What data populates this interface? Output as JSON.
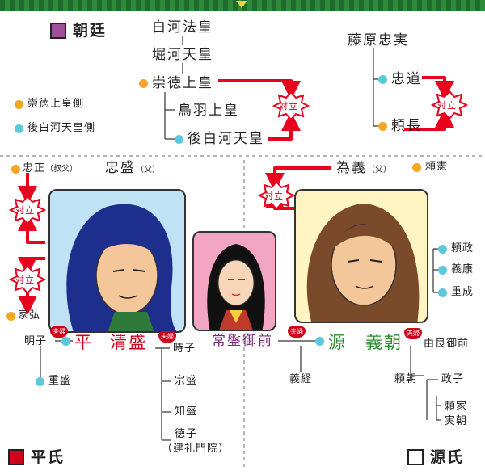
{
  "legend": {
    "court": "朝廷",
    "sutoku_side": "崇徳上皇側",
    "goshirakawa_side": "後白河天皇側",
    "taira": "平氏",
    "minamoto": "源氏"
  },
  "court": {
    "shirakawa": "白河法皇",
    "horikawa": "堀河天皇",
    "sutoku": "崇徳上皇",
    "toba": "鳥羽上皇",
    "goshirakawa": "後白河天皇"
  },
  "fujiwara": {
    "tadazane": "藤原忠実",
    "tadamichi": "忠道",
    "yorinaga": "頼長"
  },
  "conflict_label": "対立",
  "taira": {
    "tadamasa": "忠正",
    "tadamasa_note": "（叔父）",
    "tadamori": "忠盛",
    "tadamori_note": "（父）",
    "iehiro": "家弘",
    "akiko": "明子",
    "family_1": "平",
    "family_2": "清盛",
    "tokiko": "時子",
    "shigemori": "重盛",
    "munemori": "宗盛",
    "tomomori": "知盛",
    "tokuko": "徳子",
    "kenreimonin": "（建礼門院）"
  },
  "tokiwa": "常盤御前",
  "minamoto": {
    "tameyoshi": "為義",
    "tameyoshi_note": "（父）",
    "yorikata": "頼憲",
    "yorimasa": "頼政",
    "yoshiyasu": "義康",
    "shigenari": "重成",
    "family_1": "源",
    "family_2": "義朝",
    "yoshitsune": "義経",
    "yura": "由良御前",
    "yoritomo": "頼朝",
    "masako": "政子",
    "yoriie": "頼家",
    "sanetomo": "実朝"
  },
  "spouse_badge": "夫婦",
  "colors": {
    "border": "#2f8a3a",
    "orange_dot": "#f5a623",
    "cyan_dot": "#5cc8dc",
    "court_square": "#a0509a",
    "taira_red": "#d0021b",
    "conflict_arrow": "#e8001c",
    "kiyomori_bg": "#bfe3f5",
    "tokiwa_bg": "#f2a6c4",
    "yoshitomo_bg": "#fff4c2"
  }
}
